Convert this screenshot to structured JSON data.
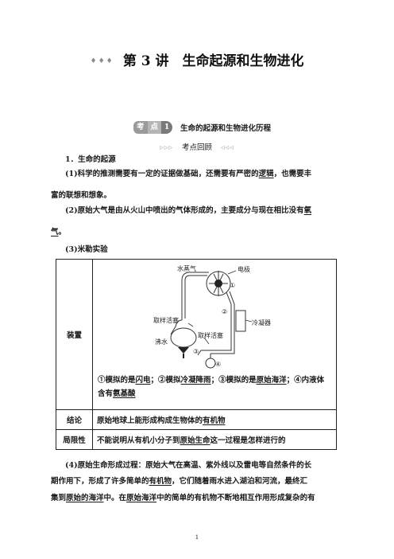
{
  "header": {
    "deco": "♦♦♦",
    "title": "第 3 讲　生命起源和生物进化"
  },
  "kaodian": {
    "badge1": "考",
    "badge2": "点",
    "number": "1",
    "title": "生命的起源和生物进化历程"
  },
  "review": {
    "left_arrows": "▷▷▷",
    "label": "考点回顾",
    "right_arrows": "◁◁◁"
  },
  "section1": {
    "heading": "1．生命的起源",
    "p1_a": "(1)科学的推测需要有一定的证据做基础，还需要有严密的",
    "p1_u": "逻辑",
    "p1_b": "，也需要丰",
    "p1_c": "富的联想和想象。",
    "p2_a": "(2)原始大气是由从火山中喷出的气体形成的，主要成分与现在相比没有",
    "p2_u1": "氧",
    "p2_u2": "气",
    "p2_end": "。",
    "p3": "(3)米勒实验"
  },
  "table": {
    "row1_label": "装置",
    "diagram": {
      "steam": "水蒸气",
      "electrode": "电极",
      "n1": "①",
      "n2": "②",
      "n3": "③",
      "n4": "④",
      "condenser": "冷凝器",
      "sample_left": "取样活塞",
      "sample_right": "取样活塞",
      "boil": "沸水"
    },
    "note": {
      "a": "①模拟的是",
      "a_u": "闪电",
      "b": "；②模拟",
      "b_u": "冷凝降雨",
      "c": "；③模拟的是",
      "c_u": "原始海洋",
      "d": "；④内液体",
      "e": "含有",
      "e_u": "氨基酸"
    },
    "row2_label": "结论",
    "row2_a": "原始地球上能形成构成生物体的",
    "row2_u": "有机物",
    "row3_label": "局限性",
    "row3_a": "不能说明从有机小分子到",
    "row3_u": "原始生命",
    "row3_b": "这一过程是怎样进行的"
  },
  "section4": {
    "l1": "(4)原始生命形成过程：原始大气在高温、紫外线以及雷电等自然条件的长",
    "l2_a": "期作用下，形成了许多简单的",
    "l2_u": "有机物",
    "l2_b": "，它们随着雨水进入湖泊和河流，最终汇",
    "l3_a": "集到",
    "l3_u1": "原始的海洋",
    "l3_b": "中。在",
    "l3_u2": "原始海洋",
    "l3_c": "中的简单的有机物不断地相互作用形成复杂的有"
  },
  "page_number": "1"
}
